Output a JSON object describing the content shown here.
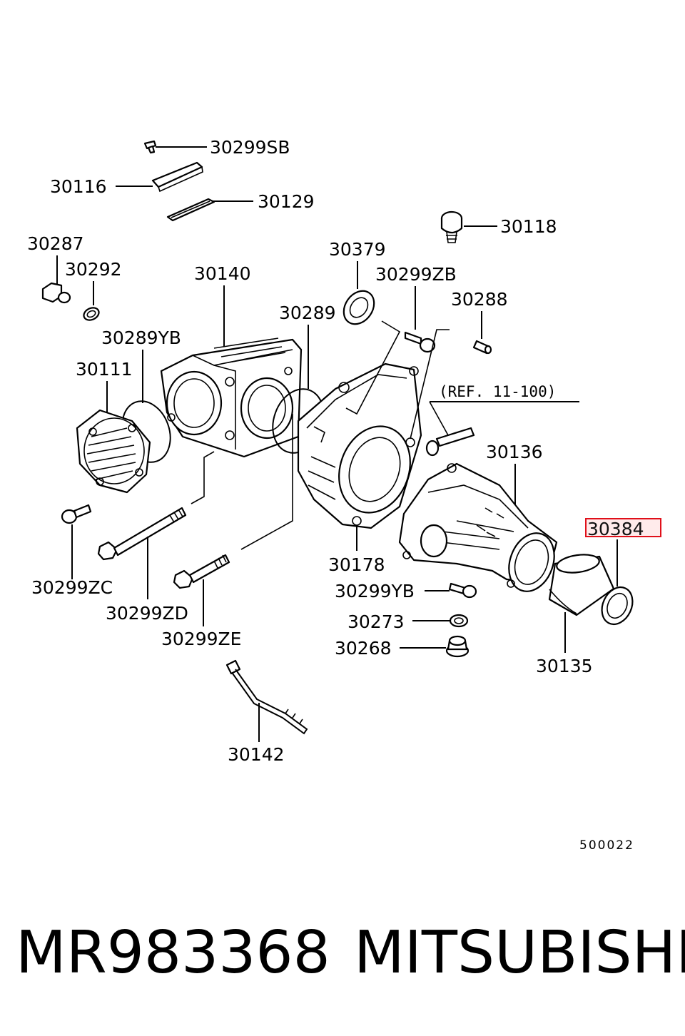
{
  "labels": {
    "p30299SB": "30299SB",
    "p30116": "30116",
    "p30129": "30129",
    "p30118": "30118",
    "p30287": "30287",
    "p30292": "30292",
    "p30140": "30140",
    "p30379": "30379",
    "p30299ZB": "30299ZB",
    "p30289": "30289",
    "p30288": "30288",
    "p30289YB": "30289YB",
    "p30111": "30111",
    "ref": "(REF. 11-100)",
    "p30136": "30136",
    "p30384": "30384",
    "p30178": "30178",
    "p30299YB": "30299YB",
    "p30299ZC": "30299ZC",
    "p30299ZD": "30299ZD",
    "p30273": "30273",
    "p30268": "30268",
    "p30135": "30135",
    "p30299ZE": "30299ZE",
    "p30142": "30142"
  },
  "diagram_code": "500022",
  "highlighted_part": "30384",
  "highlight_color": "#e0101a",
  "footer": {
    "part_number": "MR983368",
    "brand": "MITSUBISHI"
  }
}
